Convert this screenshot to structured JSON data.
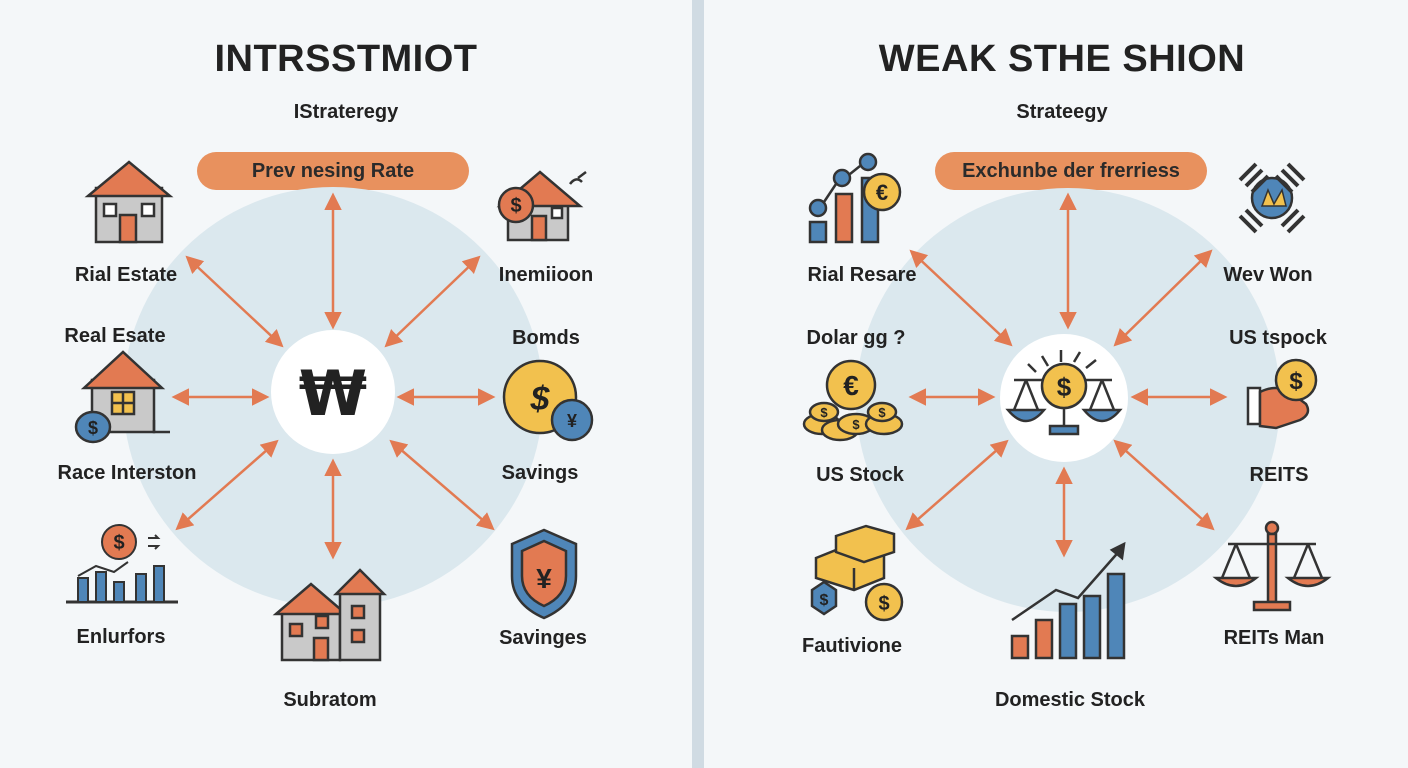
{
  "left": {
    "title": "INTRSSTMIOT",
    "subtitle": "IStrateregy",
    "pill": "Prev nesing Rate",
    "center_symbol": "₩",
    "labels": {
      "real_estate_top": "Rial Estate",
      "inflation": "Inemiioon",
      "real_estate_mid": "Real Esate",
      "bonds": "Bomds",
      "race_interest": "Race Interston",
      "savings": "Savings",
      "enlurfors": "Enlurfors",
      "savinges": "Savinges",
      "subratom": "Subratom"
    }
  },
  "right": {
    "title": "WEAK STHE SHION",
    "subtitle": "Strateegy",
    "pill": "Exchunbe der frerriess",
    "labels": {
      "rial_resare": "Rial Resare",
      "wev_won": "Wev Won",
      "dolar": "Dolar ɡɡ ?",
      "us_tspock": "US tspock",
      "us_stock": "US Stock",
      "reits": "REITS",
      "fautivione": "Fautivione",
      "reits_man": "REITs Man",
      "domestic_stock": "Domestic Stock"
    }
  },
  "colors": {
    "orange": "#e27a52",
    "light_orange": "#e8915e",
    "blue": "#4f86b8",
    "gold": "#f2c14e",
    "gray": "#c9c9c9",
    "circle": "#dbe8ee",
    "dark": "#222222"
  }
}
